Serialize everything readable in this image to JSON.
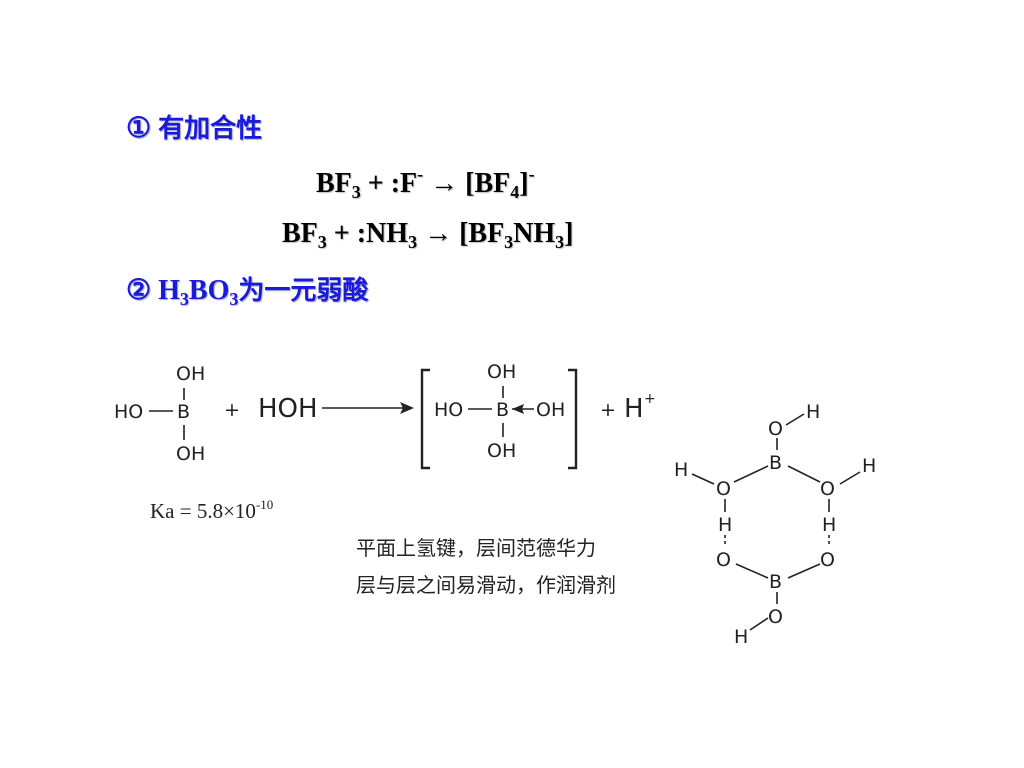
{
  "point1": {
    "marker": "①",
    "text": "有加合性"
  },
  "equation1": {
    "bf": "BF",
    "three": "3",
    "plus_f": " + :F",
    "minus": "-",
    "arrow": " → [BF",
    "four": "4",
    "close": "]",
    "minus2": "-"
  },
  "equation2": {
    "bf": "BF",
    "three": "3",
    "plus_nh": " + :NH",
    "three2": "3",
    "arrow": " → [BF",
    "three3": "3",
    "nh": "NH",
    "three4": "3",
    "close": "]"
  },
  "point2": {
    "marker": "②",
    "h": "H",
    "three": "3",
    "bo": "BO",
    "three2": "3",
    "text": "为一元弱酸"
  },
  "reaction": {
    "oh": "OH",
    "ho": "HO",
    "b": "B",
    "plus": "+",
    "hoh": "HOH",
    "hplus": "H",
    "plus_sup": "+"
  },
  "ka": {
    "text": "Ka = 5.8×10",
    "exp": "-10"
  },
  "note": {
    "line1": "平面上氢键，层间范德华力",
    "line2": "层与层之间易滑动，作润滑剂"
  },
  "ring": {
    "o": "O",
    "h": "H",
    "b": "B"
  }
}
